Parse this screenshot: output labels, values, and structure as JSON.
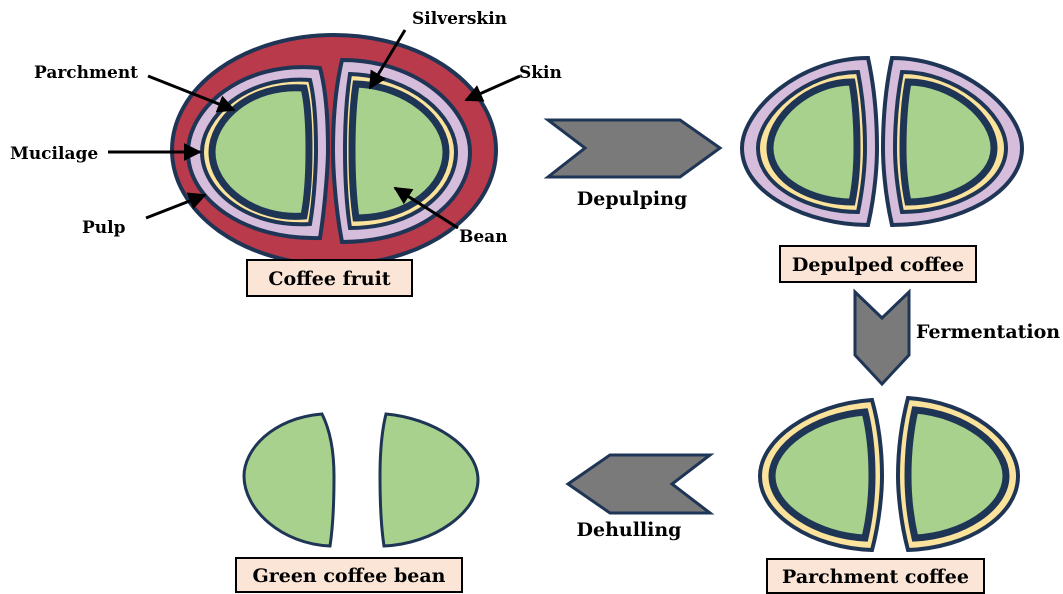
{
  "parts": {
    "silverskin": "Silverskin",
    "skin": "Skin",
    "parchment": "Parchment",
    "mucilage": "Mucilage",
    "pulp": "Pulp",
    "bean": "Bean"
  },
  "stages": {
    "coffee_fruit": "Coffee fruit",
    "depulped_coffee": "Depulped coffee",
    "parchment_coffee": "Parchment coffee",
    "green_coffee_bean": "Green coffee bean"
  },
  "steps": {
    "depulping": "Depulping",
    "fermentation": "Fermentation",
    "dehulling": "Dehulling"
  },
  "colors": {
    "skin": "#b83a4b",
    "pulp": "#b83a4b",
    "mucilage": "#d6bddb",
    "parchment": "#fbe39c",
    "silverskin": "#1f3556",
    "bean": "#a8d18d",
    "outline": "#1f3556",
    "arrow": "#7a7a7a",
    "label_box": "#fbe5d6"
  }
}
